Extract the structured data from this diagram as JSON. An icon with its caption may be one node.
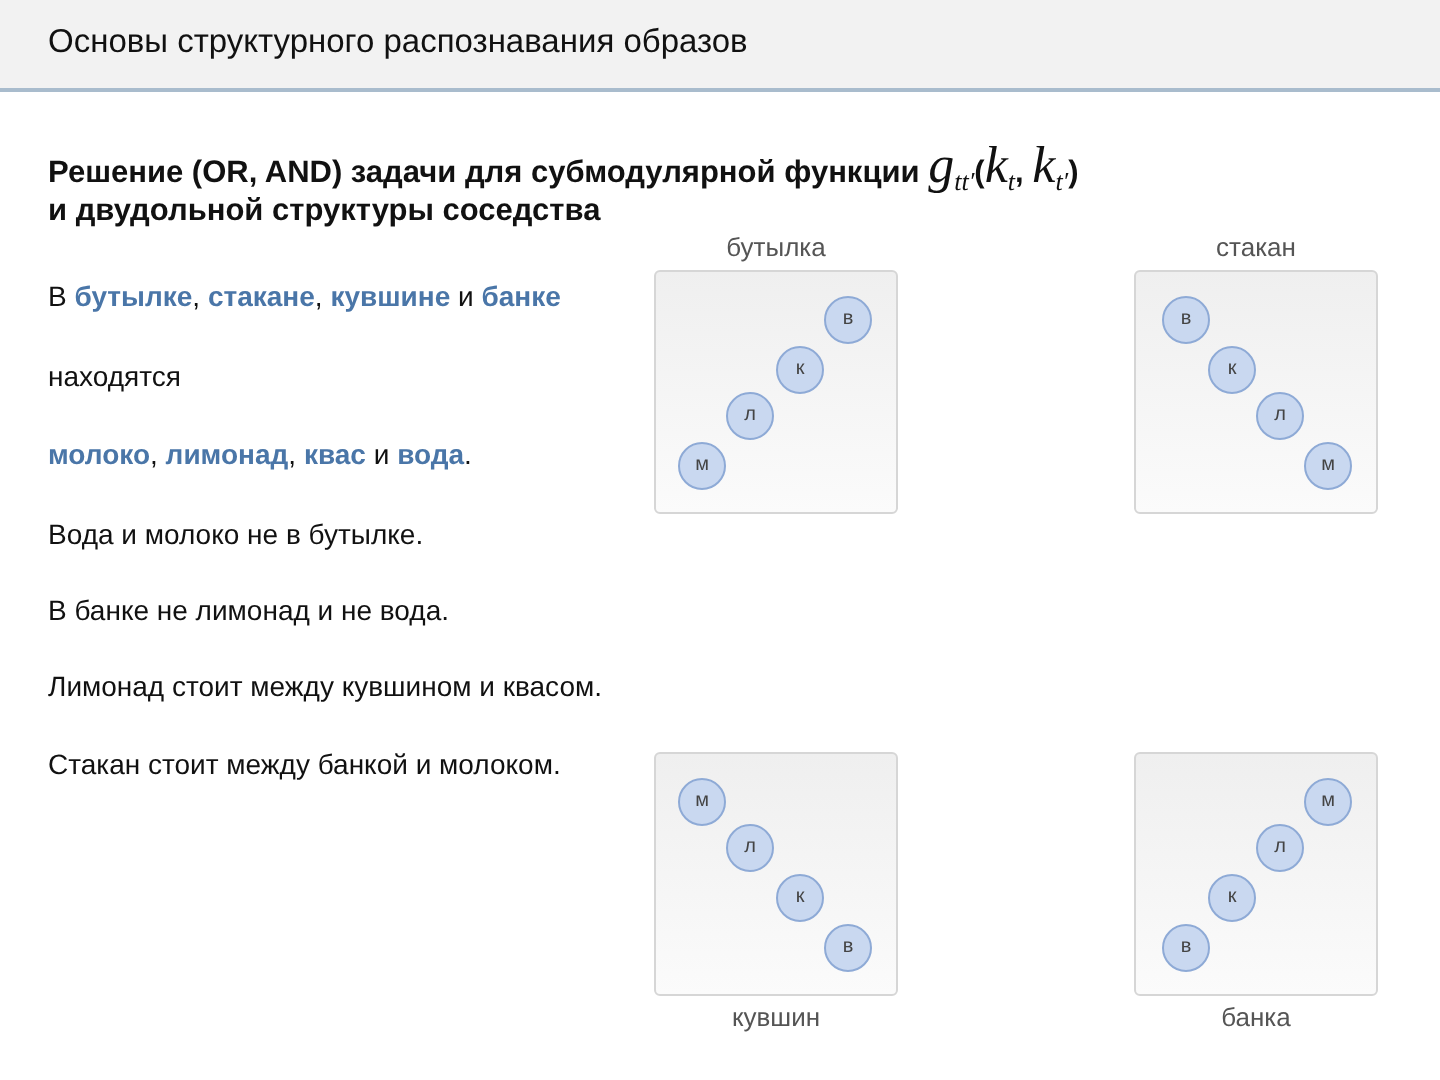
{
  "diagram": {
    "title": "Основы структурного распознавания образов",
    "nodes": [
      {
        "text": [
          "бутылка"
        ]
      },
      {
        "text": [
          "в"
        ],
        "in": 0
      },
      {
        "text": [
          "к"
        ],
        "in": 0
      },
      {
        "text": [
          "л"
        ],
        "in": 0
      },
      {
        "text": [
          "м"
        ],
        "in": 0
      },
      {
        "text": [
          "стакан"
        ]
      },
      {
        "text": [
          "в"
        ],
        "in": 5
      },
      {
        "text": [
          "к"
        ],
        "in": 5
      },
      {
        "text": [
          "л"
        ],
        "in": 5
      },
      {
        "text": [
          "м"
        ],
        "in": 5
      },
      {
        "text": [
          "кувшин"
        ]
      },
      {
        "text": [
          "м"
        ],
        "in": 10
      },
      {
        "text": [
          "л"
        ],
        "in": 10
      },
      {
        "text": [
          "к"
        ],
        "in": 10
      },
      {
        "text": [
          "в"
        ],
        "in": 10
      },
      {
        "text": [
          "банка"
        ]
      },
      {
        "text": [
          "м"
        ],
        "in": 15
      },
      {
        "text": [
          "л"
        ],
        "in": 15
      },
      {
        "text": [
          "к"
        ],
        "in": 15
      },
      {
        "text": [
          "в"
        ],
        "in": 15
      }
    ],
    "labels": [
      "Решение (OR, AND) задачи для субмодулярной функции *g*$_{tt′}$(*k*$_{t}$, *k*$_{t′}$) и двудольной структуры соседства",
      "В **бутылке**, **стакане**, **кувшине** и **банке**",
      "находятся",
      "**молоко**, **лимонад**, **квас** и **вода**.",
      "Вода и молоко не в бутылке.",
      "В банке не лимонад и не вода.",
      "Лимонад стоит между кувшином и квасом.",
      "Стакан стоит между банкой и молоком."
    ]
  }
}
